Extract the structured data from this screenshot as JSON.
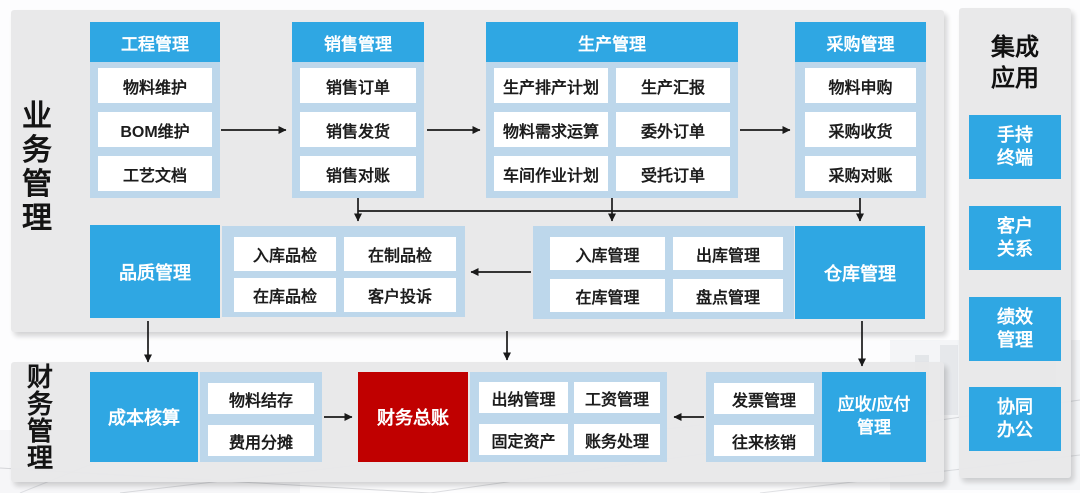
{
  "side_labels": {
    "business": "业务管理",
    "finance": "财务管理"
  },
  "columns": [
    {
      "header": "工程管理",
      "items": [
        "物料维护",
        "BOM维护",
        "工艺文档"
      ]
    },
    {
      "header": "销售管理",
      "items": [
        "销售订单",
        "销售发货",
        "销售对账"
      ]
    },
    {
      "header": "生产管理",
      "items": [
        "生产排产计划",
        "生产汇报",
        "物料需求运算",
        "委外订单",
        "车间作业计划",
        "受托订单"
      ]
    },
    {
      "header": "采购管理",
      "items": [
        "物料申购",
        "采购收货",
        "采购对账"
      ]
    }
  ],
  "quality": {
    "label": "品质管理",
    "items": [
      "入库品检",
      "在制品检",
      "在库品检",
      "客户投诉"
    ]
  },
  "warehouse": {
    "label": "仓库管理",
    "items": [
      "入库管理",
      "出库管理",
      "在库管理",
      "盘点管理"
    ]
  },
  "finance": {
    "cost": {
      "label": "成本核算",
      "items": [
        "物料结存",
        "费用分摊"
      ]
    },
    "ledger": {
      "label": "财务总账",
      "items": [
        "出纳管理",
        "工资管理",
        "固定资产",
        "账务处理"
      ]
    },
    "receivable": {
      "label": "应收/应付管理",
      "items": [
        "发票管理",
        "往来核销"
      ]
    }
  },
  "integration": {
    "title": "集成应用",
    "items": [
      "手持终端",
      "客户关系",
      "绩效管理",
      "协同办公"
    ]
  },
  "colors": {
    "accent_blue": "#2FA7E3",
    "panel_blue": "#BDD7EB",
    "accent_red": "#C00000",
    "band_gray": "#E9E9EA",
    "arrow": "#1A1A1A"
  }
}
